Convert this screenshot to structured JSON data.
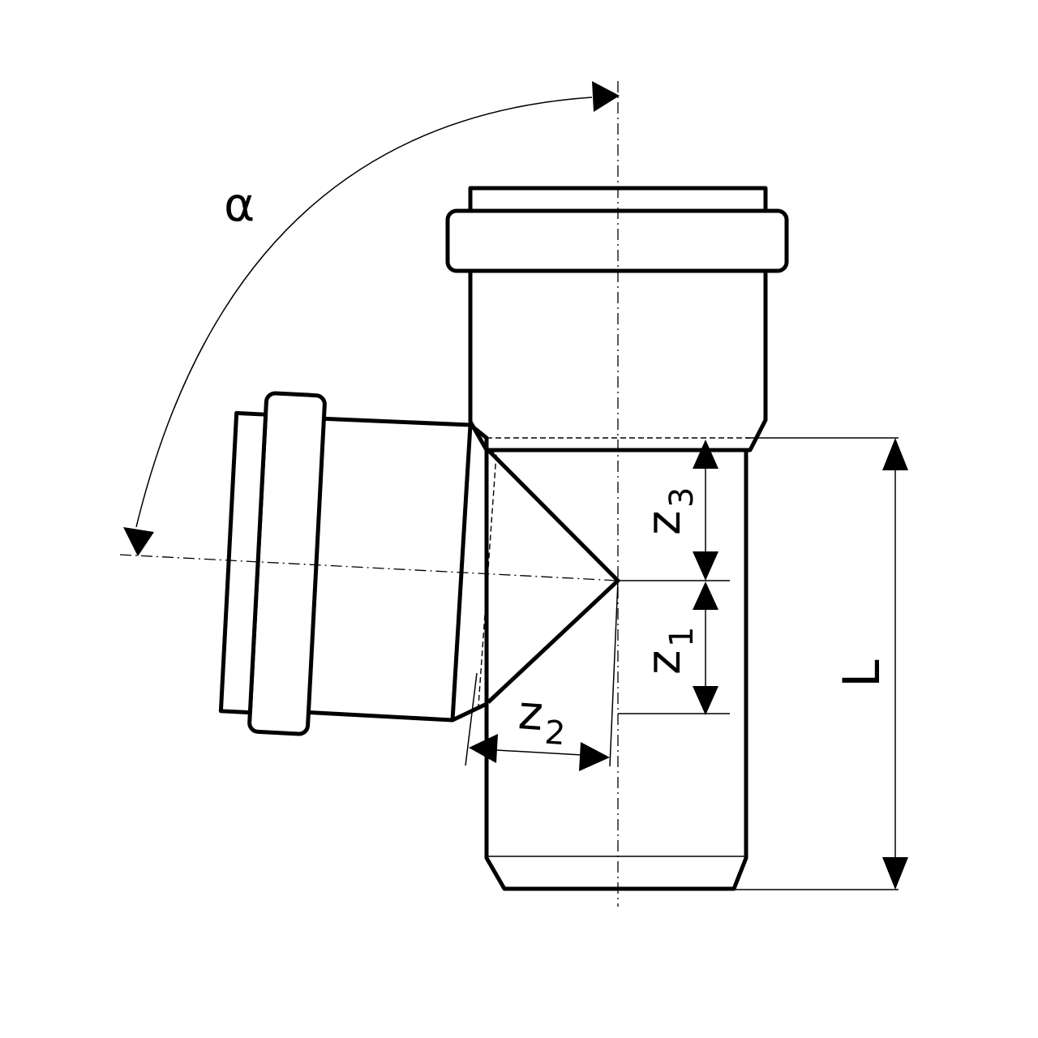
{
  "diagram": {
    "labels": {
      "alpha": "α",
      "z3": "z",
      "z3_sub": "3",
      "z1": "z",
      "z1_sub": "1",
      "z2": "z",
      "z2_sub": "2",
      "L": "L"
    },
    "colors": {
      "stroke": "#000000",
      "background": "#ffffff"
    }
  }
}
